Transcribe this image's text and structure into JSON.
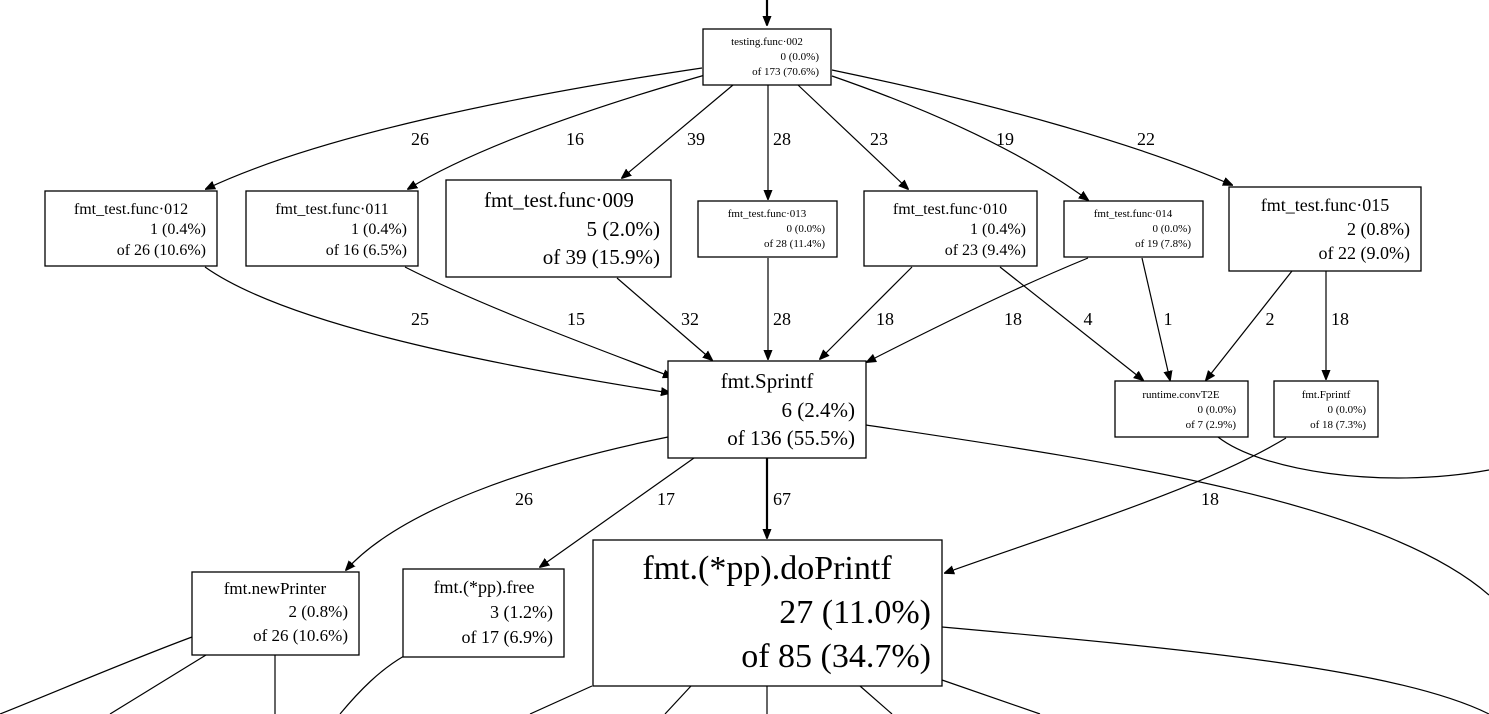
{
  "nodes": [
    {
      "id": "testing-func-002",
      "name": "testing.func·002",
      "flat": "0 (0.0%)",
      "cum": "of 173 (70.6%)"
    },
    {
      "id": "fmt-test-func-012",
      "name": "fmt_test.func·012",
      "flat": "1 (0.4%)",
      "cum": "of 26 (10.6%)"
    },
    {
      "id": "fmt-test-func-011",
      "name": "fmt_test.func·011",
      "flat": "1 (0.4%)",
      "cum": "of 16 (6.5%)"
    },
    {
      "id": "fmt-test-func-009",
      "name": "fmt_test.func·009",
      "flat": "5 (2.0%)",
      "cum": "of 39 (15.9%)"
    },
    {
      "id": "fmt-test-func-013",
      "name": "fmt_test.func·013",
      "flat": "0 (0.0%)",
      "cum": "of 28 (11.4%)"
    },
    {
      "id": "fmt-test-func-010",
      "name": "fmt_test.func·010",
      "flat": "1 (0.4%)",
      "cum": "of 23 (9.4%)"
    },
    {
      "id": "fmt-test-func-014",
      "name": "fmt_test.func·014",
      "flat": "0 (0.0%)",
      "cum": "of 19 (7.8%)"
    },
    {
      "id": "fmt-test-func-015",
      "name": "fmt_test.func·015",
      "flat": "2 (0.8%)",
      "cum": "of 22 (9.0%)"
    },
    {
      "id": "fmt-sprintf",
      "name": "fmt.Sprintf",
      "flat": "6 (2.4%)",
      "cum": "of 136 (55.5%)"
    },
    {
      "id": "runtime-convt2e",
      "name": "runtime.convT2E",
      "flat": "0 (0.0%)",
      "cum": "of 7 (2.9%)"
    },
    {
      "id": "fmt-fprintf",
      "name": "fmt.Fprintf",
      "flat": "0 (0.0%)",
      "cum": "of 18 (7.3%)"
    },
    {
      "id": "fmt-newprinter",
      "name": "fmt.newPrinter",
      "flat": "2 (0.8%)",
      "cum": "of 26 (10.6%)"
    },
    {
      "id": "fmt-pp-free",
      "name": "fmt.(*pp).free",
      "flat": "3 (1.2%)",
      "cum": "of 17 (6.9%)"
    },
    {
      "id": "fmt-pp-doprintf",
      "name": "fmt.(*pp).doPrintf",
      "flat": "27 (11.0%)",
      "cum": "of 85 (34.7%)"
    }
  ],
  "edges": [
    {
      "from": "testing-func-002",
      "to": "fmt-test-func-012",
      "weight": "26"
    },
    {
      "from": "testing-func-002",
      "to": "fmt-test-func-011",
      "weight": "16"
    },
    {
      "from": "testing-func-002",
      "to": "fmt-test-func-009",
      "weight": "39"
    },
    {
      "from": "testing-func-002",
      "to": "fmt-test-func-013",
      "weight": "28"
    },
    {
      "from": "testing-func-002",
      "to": "fmt-test-func-010",
      "weight": "23"
    },
    {
      "from": "testing-func-002",
      "to": "fmt-test-func-014",
      "weight": "19"
    },
    {
      "from": "testing-func-002",
      "to": "fmt-test-func-015",
      "weight": "22"
    },
    {
      "from": "fmt-test-func-012",
      "to": "fmt-sprintf",
      "weight": "25"
    },
    {
      "from": "fmt-test-func-011",
      "to": "fmt-sprintf",
      "weight": "15"
    },
    {
      "from": "fmt-test-func-009",
      "to": "fmt-sprintf",
      "weight": "32"
    },
    {
      "from": "fmt-test-func-013",
      "to": "fmt-sprintf",
      "weight": "28"
    },
    {
      "from": "fmt-test-func-010",
      "to": "fmt-sprintf",
      "weight": "18"
    },
    {
      "from": "fmt-test-func-014",
      "to": "fmt-sprintf",
      "weight": "18"
    },
    {
      "from": "fmt-test-func-010",
      "to": "runtime-convt2e",
      "weight": "4"
    },
    {
      "from": "fmt-test-func-014",
      "to": "runtime-convt2e",
      "weight": "1"
    },
    {
      "from": "fmt-test-func-015",
      "to": "runtime-convt2e",
      "weight": "2"
    },
    {
      "from": "fmt-test-func-015",
      "to": "fmt-fprintf",
      "weight": "18"
    },
    {
      "from": "fmt-sprintf",
      "to": "fmt-newprinter",
      "weight": "26"
    },
    {
      "from": "fmt-sprintf",
      "to": "fmt-pp-free",
      "weight": "17"
    },
    {
      "from": "fmt-sprintf",
      "to": "fmt-pp-doprintf",
      "weight": "67"
    },
    {
      "from": "fmt-fprintf",
      "to": "fmt-pp-doprintf",
      "weight": "18"
    }
  ]
}
